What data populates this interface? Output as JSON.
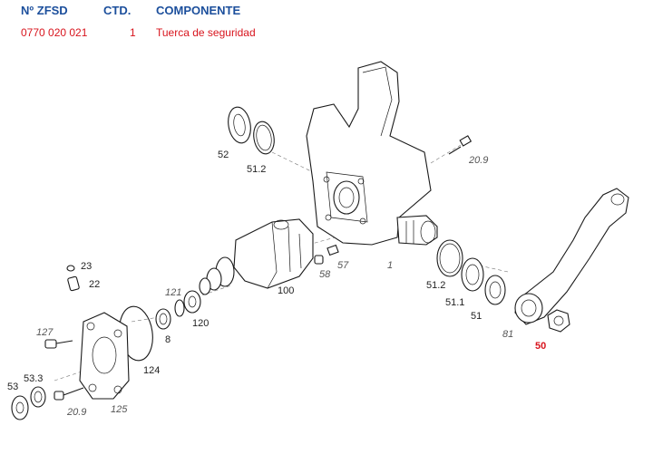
{
  "header": {
    "col_nr": "Nº ZFSD",
    "col_qty": "CTD.",
    "col_component": "COMPONENTE"
  },
  "row": {
    "nr": "0770 020 021",
    "qty": "1",
    "component": "Tuerca de seguridad"
  },
  "labels": {
    "l1": "1",
    "l8": "8",
    "l22": "22",
    "l23": "23",
    "l50": "50",
    "l51": "51",
    "l51_1": "51.1",
    "l51_2a": "51.2",
    "l51_2b": "51.2",
    "l52": "52",
    "l53": "53",
    "l53_3": "53.3",
    "l57": "57",
    "l58": "58",
    "l81": "81",
    "l100": "100",
    "l120": "120",
    "l121": "121",
    "l124": "124",
    "l125": "125",
    "l127": "127",
    "l20_9a": "20.9",
    "l20_9b": "20.9"
  },
  "colors": {
    "header": "#1c4f9c",
    "highlight": "#d8141d",
    "line": "#1a1a1a"
  }
}
